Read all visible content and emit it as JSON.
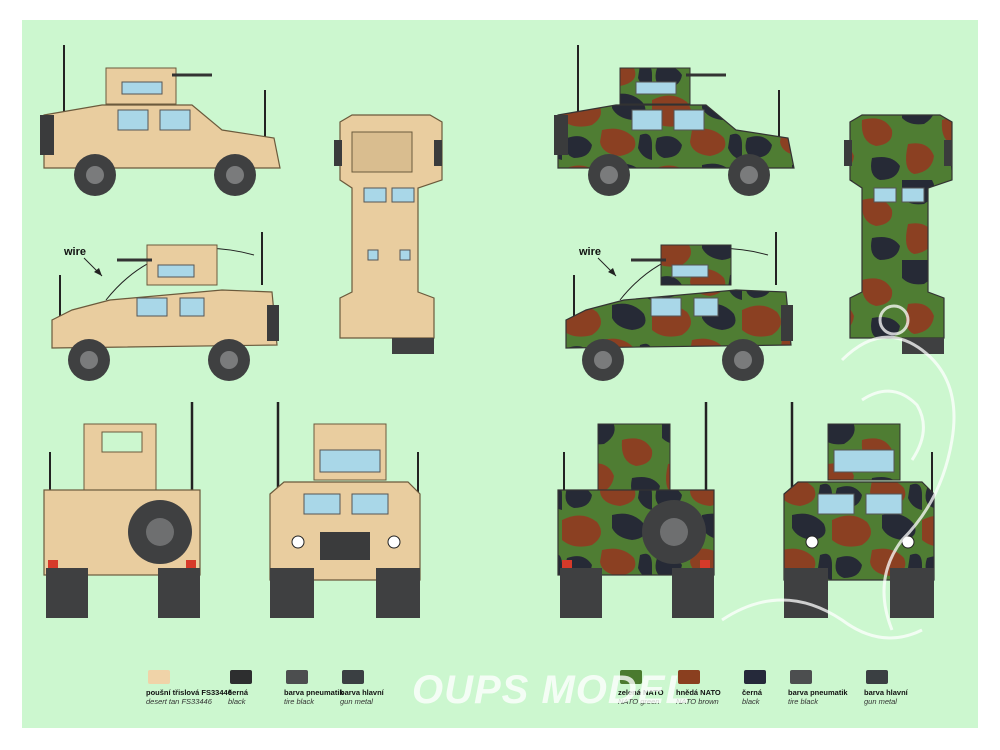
{
  "annotations": {
    "wire_left": "wire",
    "wire_right": "wire"
  },
  "legend_left": [
    {
      "cz": "poušní třislová FS33446",
      "en": "desert tan FS33446",
      "color": "#f0d3a8"
    },
    {
      "cz": "černá",
      "en": "black",
      "color": "#2d2e2f"
    },
    {
      "cz": "barva pneumatik",
      "en": "tire black",
      "color": "#4c4e4f"
    },
    {
      "cz": "barva hlavní",
      "en": "gun metal",
      "color": "#3a3f42"
    }
  ],
  "legend_right": [
    {
      "cz": "zelená NATO",
      "en": "NATO green",
      "color": "#4a7a2e"
    },
    {
      "cz": "hnědá NATO",
      "en": "NATO brown",
      "color": "#8a3f1f"
    },
    {
      "cz": "černá",
      "en": "black",
      "color": "#25293a"
    },
    {
      "cz": "barva pneumatik",
      "en": "tire black",
      "color": "#4c4e4f"
    },
    {
      "cz": "barva hlavní",
      "en": "gun metal",
      "color": "#3a3f42"
    }
  ],
  "watermark": "OUPS MODEL",
  "colors": {
    "background": "#ccf7cf",
    "desert_tan": "#e9cd9f",
    "nato_green": "#4f7d33",
    "nato_brown": "#8b4022",
    "camo_black": "#262a36",
    "tire": "#4a4b4c",
    "glass": "#a9d7e8"
  }
}
